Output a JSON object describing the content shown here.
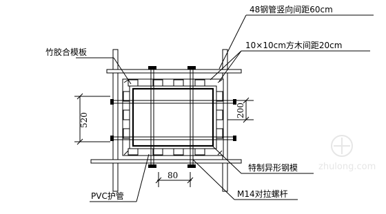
{
  "labels": {
    "steel_pipe": "48钢管竖向间距60cm",
    "timber": "10×10cm方木间距20cm",
    "plywood": "竹胶合模板",
    "special_formwork": "特制异形钢模",
    "pvc": "PVC护管",
    "bolt": "M14对拉螺杆"
  },
  "dimensions": {
    "height_left": "520",
    "height_right": "200",
    "bottom_width": "80"
  },
  "watermark": {
    "text": "zhulong.com"
  }
}
